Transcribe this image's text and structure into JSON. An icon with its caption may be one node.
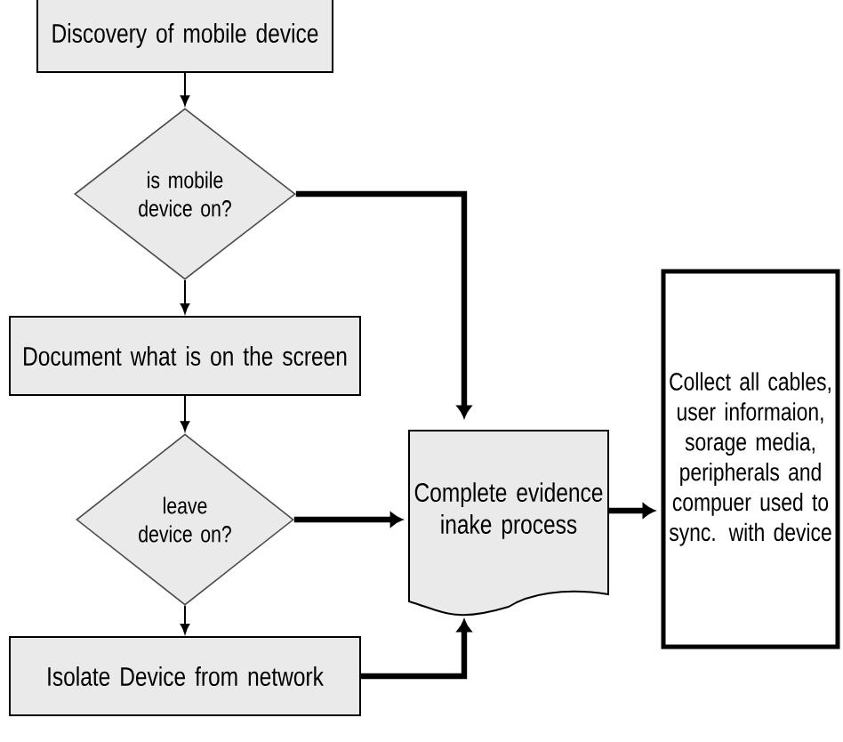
{
  "diagram": {
    "nodes": [
      {
        "text": [
          "Discovery of mobile device"
        ]
      },
      {
        "text": [
          "is mobile device on?"
        ]
      },
      {
        "text": [
          "Document what is on the screen"
        ]
      },
      {
        "text": [
          "leave device on?"
        ]
      },
      {
        "text": [
          "Isolate Device from network"
        ]
      },
      {
        "text": [
          "Complete evidence inake process"
        ]
      },
      {
        "text": [
          "Collect all cables, user informaion, sorage media, peripherals and compuer used to sync. with device"
        ]
      }
    ],
    "edges": [
      {
        "from": 0,
        "to": 1,
        "arrow": "to"
      },
      {
        "from": 1,
        "to": 2,
        "arrow": "to"
      },
      {
        "from": 1,
        "to": 5,
        "arrow": "to",
        "style": "thick"
      },
      {
        "from": 2,
        "to": 3,
        "arrow": "to"
      },
      {
        "from": 3,
        "to": 4,
        "arrow": "to"
      },
      {
        "from": 3,
        "to": 5,
        "arrow": "to",
        "style": "thick"
      },
      {
        "from": 4,
        "to": 5,
        "arrow": "to",
        "style": "thick"
      },
      {
        "from": 5,
        "to": 6,
        "arrow": "to",
        "style": "thick"
      }
    ]
  }
}
